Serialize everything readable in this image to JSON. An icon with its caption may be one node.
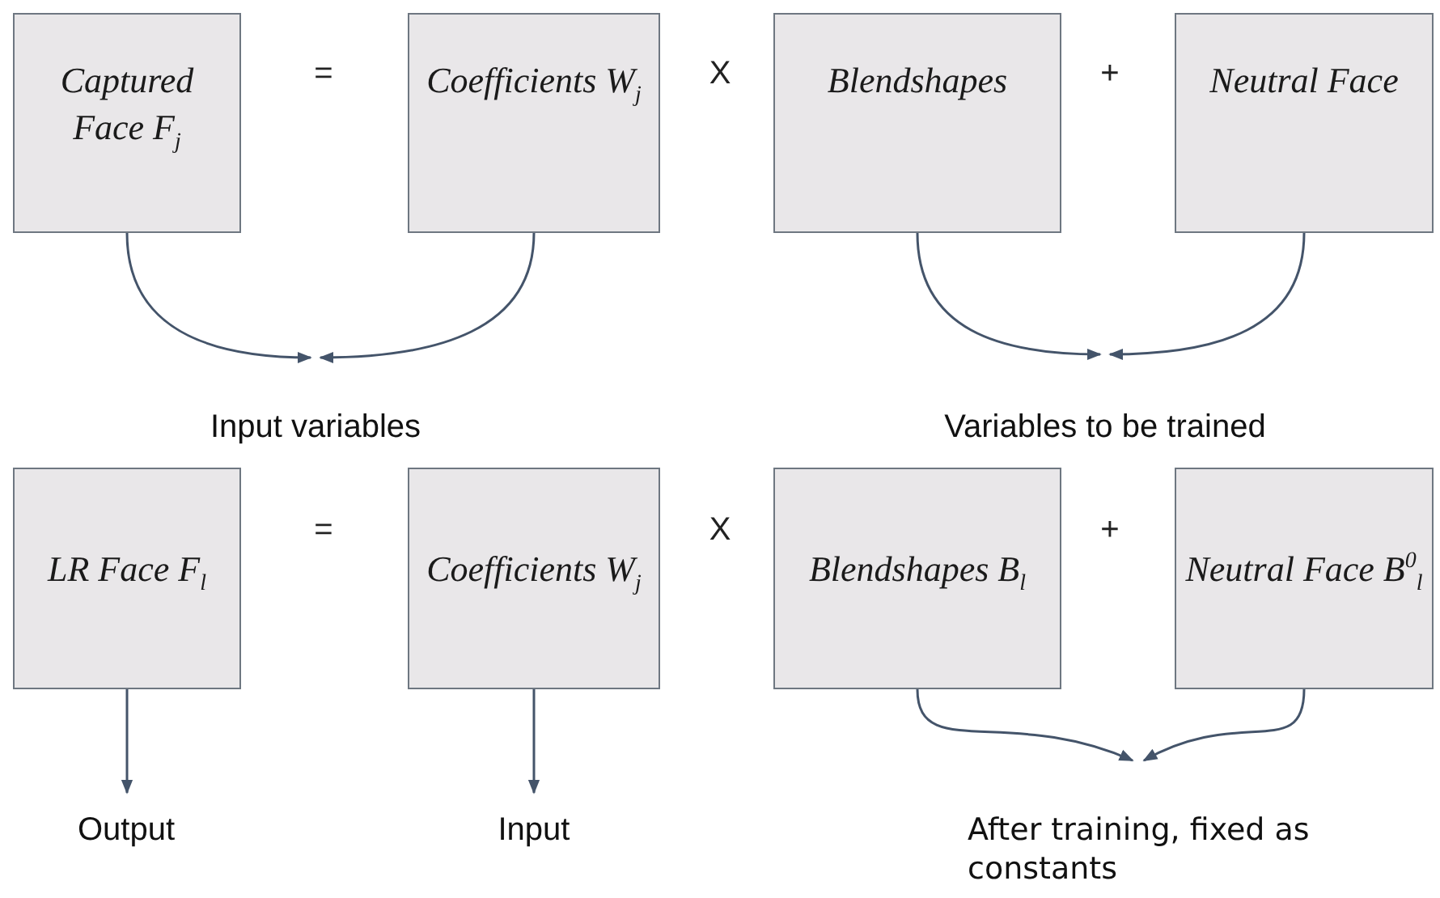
{
  "diagram": {
    "nodes": [
      {
        "text": [
          "Captured Face F$_{j}$"
        ]
      },
      {
        "text": [
          "Coefficients W$_{j}$"
        ]
      },
      {
        "text": [
          "Blendshapes"
        ]
      },
      {
        "text": [
          "Neutral Face"
        ]
      },
      {
        "text": [
          "LR Face F$_{l}$"
        ]
      },
      {
        "text": [
          "Coefficients W$_{j}$"
        ]
      },
      {
        "text": [
          "Blendshapes B$_{l}$"
        ]
      },
      {
        "text": [
          "Neutral Face B$^{0}$$_{l}$"
        ]
      },
      {
        "text": [
          "Input variables"
        ]
      },
      {
        "text": [
          "Variables to be trained"
        ]
      },
      {
        "text": [
          "Output"
        ]
      },
      {
        "text": [
          "Input"
        ]
      },
      {
        "text": [
          "After training, fixed as constants"
        ]
      }
    ],
    "edges": [
      {
        "from": 0,
        "to": 8,
        "arrow": "to"
      },
      {
        "from": 1,
        "to": 8,
        "arrow": "to"
      },
      {
        "from": 2,
        "to": 9,
        "arrow": "to"
      },
      {
        "from": 3,
        "to": 9,
        "arrow": "to"
      },
      {
        "from": 4,
        "to": 10,
        "arrow": "to"
      },
      {
        "from": 5,
        "to": 11,
        "arrow": "to"
      },
      {
        "from": 6,
        "to": 12,
        "arrow": "to"
      },
      {
        "from": 7,
        "to": 12,
        "arrow": "to"
      }
    ],
    "labels": [
      "=",
      "X",
      "+",
      "=",
      "X",
      "+"
    ]
  }
}
